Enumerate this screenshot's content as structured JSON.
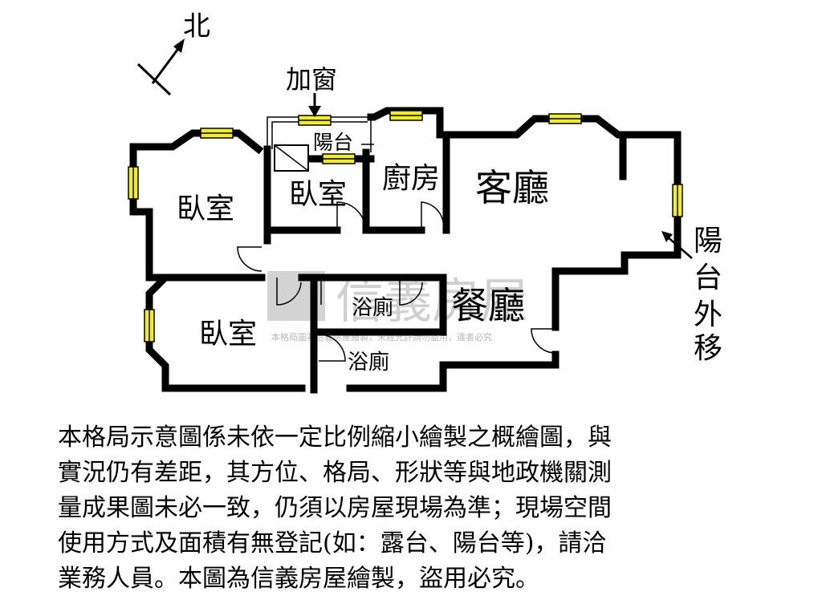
{
  "colors": {
    "wall": "#000000",
    "window": "#f2ec2a",
    "watermark": "#c9c9c9"
  },
  "compass": {
    "label": "北"
  },
  "callouts": {
    "add_window": "加窗",
    "balcony_out": [
      "陽",
      "台",
      "外",
      "移"
    ]
  },
  "rooms": {
    "bedroom_nw": "臥室",
    "bedroom_small": "臥室",
    "balcony": "陽台",
    "kitchen": "廚房",
    "living": "客廳",
    "bath_upper": "浴廁",
    "bath_lower": "浴廁",
    "dining": "餐廳",
    "bedroom_sw": "臥室"
  },
  "watermark": {
    "brand": "信義房屋",
    "notice": "本格局圖為信義房屋繪製，未經允許請勿盜用，違者必究"
  },
  "disclaimer": [
    "本格局示意圖係未依一定比例縮小繪製之概繪圖，與",
    "實況仍有差距，其方位、格局、形狀等與地政機關測",
    "量成果圖未必一致，仍須以房屋現場為準；現場空間",
    "使用方式及面積有無登記(如：露台、陽台等)，請洽",
    "業務人員。本圖為信義房屋繪製，盜用必究。"
  ]
}
